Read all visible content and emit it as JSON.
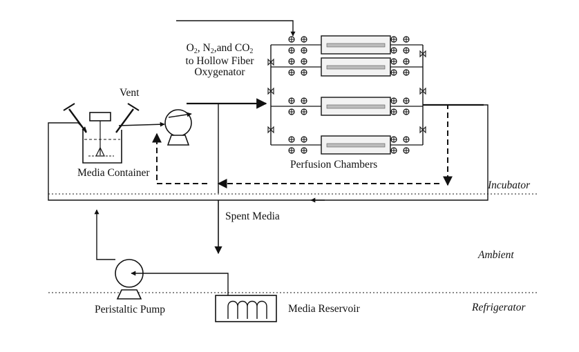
{
  "labels": {
    "gases_line1_a": "O",
    "gases_sub_o": "2",
    "gases_line1_b": ", N",
    "gases_sub_n": "2",
    "gases_line1_c": ",and CO",
    "gases_sub_co": "2",
    "gases_line2": "to Hollow Fiber",
    "gases_line3": "Oxygenator",
    "vent": "Vent",
    "media_container": "Media Container",
    "perfusion_chambers": "Perfusion Chambers",
    "spent_media": "Spent Media",
    "peristaltic_pump": "Peristaltic Pump",
    "media_reservoir": "Media Reservoir"
  },
  "zones": {
    "incubator": "Incubator",
    "ambient": "Ambient",
    "refrigerator": "Refrigerator"
  },
  "colors": {
    "line": "#111111",
    "chamber_fill": "#f2f2f2",
    "fiber": "#bdbdbd"
  }
}
